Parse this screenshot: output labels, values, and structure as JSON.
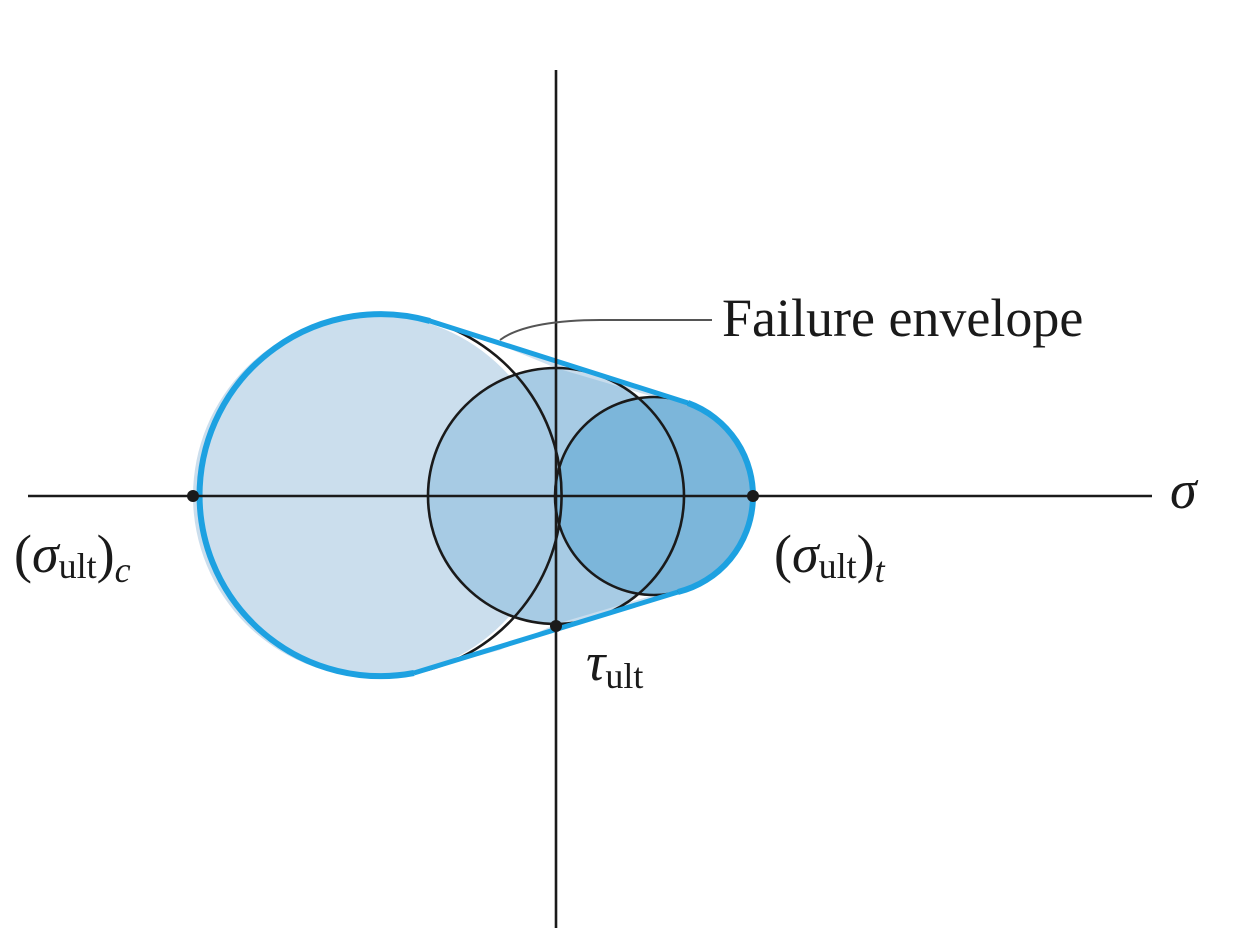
{
  "labels": {
    "failure_envelope": "Failure envelope",
    "sigma_axis": "σ",
    "compressive": {
      "paren_open": "(",
      "symbol": "σ",
      "subscript": "ult",
      "paren_close": ")",
      "trailing_subscript": "c"
    },
    "tensile": {
      "paren_open": "(",
      "symbol": "σ",
      "subscript": "ult",
      "paren_close": ")",
      "trailing_subscript": "t"
    },
    "shear": {
      "symbol": "τ",
      "subscript": "ult"
    }
  },
  "colors": {
    "envelope_stroke": "#1da1e1",
    "large_circle_fill": "#cbdeed",
    "medium_circle_fill": "#a7cbe4",
    "small_circle_fill": "#7cb6da",
    "circle_stroke": "#1a1a1a",
    "axis": "#1a1a1a",
    "leader": "#555555"
  },
  "circles": [
    {
      "name": "compression-test-circle",
      "diameter_label": "(σult)c"
    },
    {
      "name": "pure-shear-circle",
      "diameter_label": "τult"
    },
    {
      "name": "tension-test-circle",
      "diameter_label": "(σult)t"
    }
  ]
}
